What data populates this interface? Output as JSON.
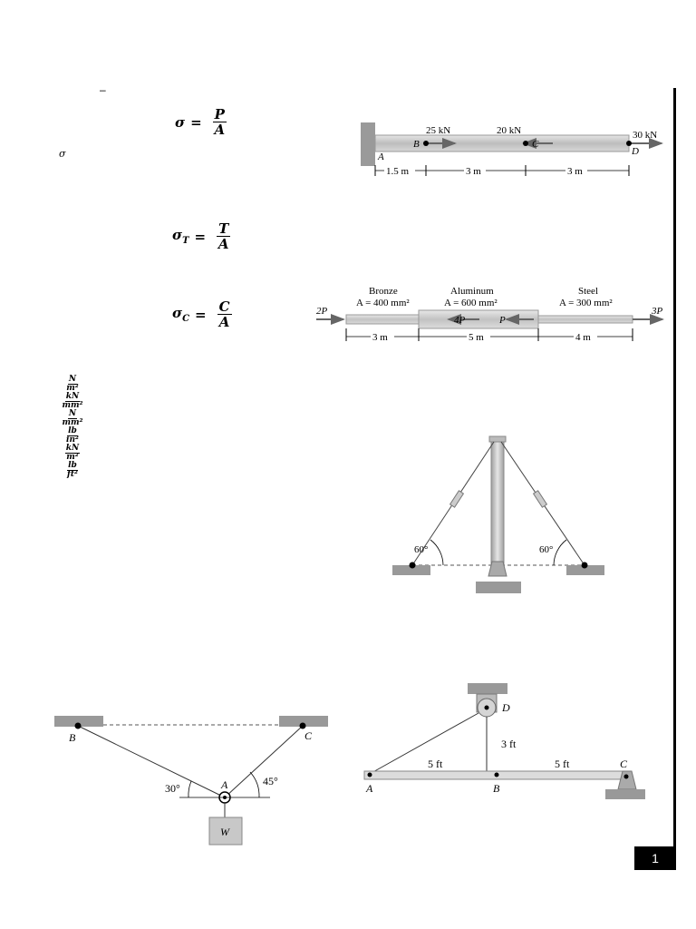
{
  "page": {
    "dash": "–",
    "sigma_note": "σ",
    "page_number": "1"
  },
  "formulas": {
    "normal": {
      "lhs": "σ",
      "sub": "",
      "num": "P",
      "den": "A"
    },
    "tension": {
      "lhs": "σ",
      "sub": "T",
      "num": "T",
      "den": "A"
    },
    "compression": {
      "lhs": "σ",
      "sub": "C",
      "num": "C",
      "den": "A"
    }
  },
  "units": [
    {
      "num": "N",
      "den": "m²"
    },
    {
      "num": "kN",
      "den": "mm²"
    },
    {
      "num": "N",
      "den": "mm²"
    },
    {
      "num": "lb",
      "den": "in²"
    },
    {
      "num": "kN",
      "den": "m²"
    },
    {
      "num": "lb",
      "den": "ft²"
    }
  ],
  "fig1": {
    "loads": [
      "25 kN",
      "20 kN",
      "30 kN"
    ],
    "points": [
      "A",
      "B",
      "C",
      "D"
    ],
    "dims": [
      "1.5 m",
      "3 m",
      "3 m"
    ]
  },
  "fig2": {
    "materials": [
      {
        "name": "Bronze",
        "area": "A = 400 mm²"
      },
      {
        "name": "Aluminum",
        "area": "A = 600 mm²"
      },
      {
        "name": "Steel",
        "area": "A = 300 mm²"
      }
    ],
    "loads": [
      "2P",
      "4P",
      "P",
      "3P"
    ],
    "dims": [
      "3 m",
      "5 m",
      "4 m"
    ]
  },
  "fig3": {
    "angles": [
      "60°",
      "60°"
    ]
  },
  "fig4": {
    "points": [
      "A",
      "B",
      "C"
    ],
    "angles": [
      "30°",
      "45°"
    ],
    "weight": "W"
  },
  "fig5": {
    "points": [
      "A",
      "B",
      "C",
      "D"
    ],
    "dims": [
      "3 ft",
      "5 ft",
      "5 ft"
    ]
  }
}
